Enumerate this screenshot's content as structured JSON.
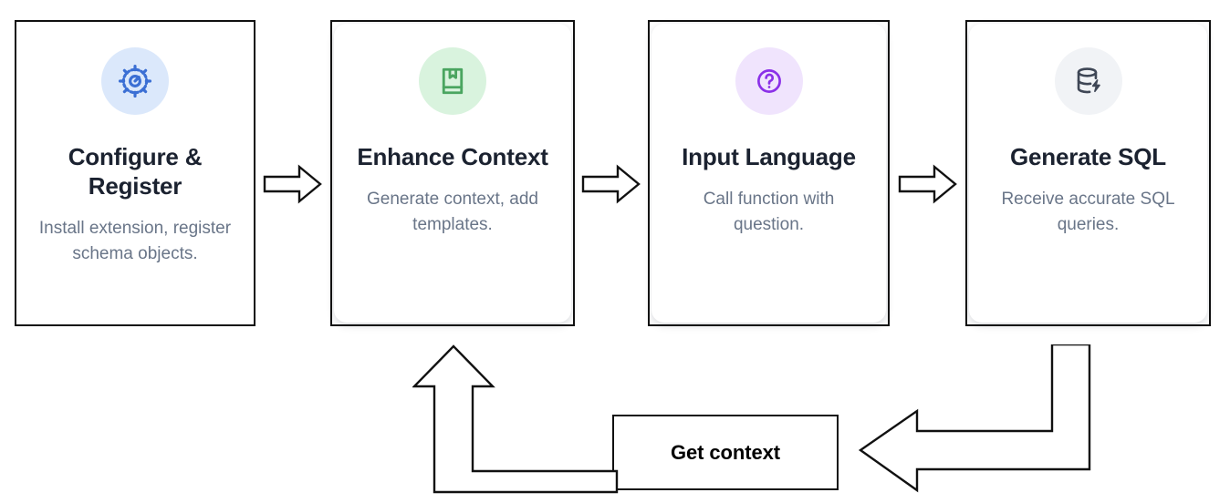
{
  "diagram": {
    "title_text": "",
    "colors": {
      "outline": "#111111",
      "card_title": "#1b2230",
      "card_desc": "#697588",
      "blue_icon": "#3b6fd4",
      "blue_bg": "#dbe8fb",
      "green_icon": "#4aa560",
      "green_bg": "#d9f3de",
      "purple_icon": "#8b30e8",
      "purple_bg": "#f0e4fd",
      "slate_icon": "#3f4756",
      "slate_bg": "#f1f3f6"
    },
    "steps": [
      {
        "id": "configure-register",
        "icon": "gear-icon",
        "icon_color": "#3b6fd4",
        "icon_bg": "#dbe8fb",
        "title": "Configure & Register",
        "description": "Install extension, register schema objects."
      },
      {
        "id": "enhance-context",
        "icon": "book-bookmark-icon",
        "icon_color": "#4aa560",
        "icon_bg": "#d9f3de",
        "title": "Enhance Context",
        "description": "Generate context, add templates."
      },
      {
        "id": "input-language",
        "icon": "question-circle-icon",
        "icon_color": "#8b30e8",
        "icon_bg": "#f0e4fd",
        "title": "Input Language",
        "description": "Call function with question."
      },
      {
        "id": "generate-sql",
        "icon": "database-bolt-icon",
        "icon_color": "#3f4756",
        "icon_bg": "#f1f3f6",
        "title": "Generate SQL",
        "description": "Receive accurate SQL queries."
      }
    ],
    "connectors": [
      {
        "id": "arrow-step1-step2",
        "direction": "right"
      },
      {
        "id": "arrow-step2-step3",
        "direction": "right"
      },
      {
        "id": "arrow-step3-step4",
        "direction": "right"
      },
      {
        "id": "arrow-step4-to-getcontext",
        "direction": "down-left"
      },
      {
        "id": "arrow-getcontext-to-step2",
        "direction": "left-up"
      }
    ],
    "feedback_box": {
      "id": "get-context-box",
      "label": "Get context"
    }
  }
}
